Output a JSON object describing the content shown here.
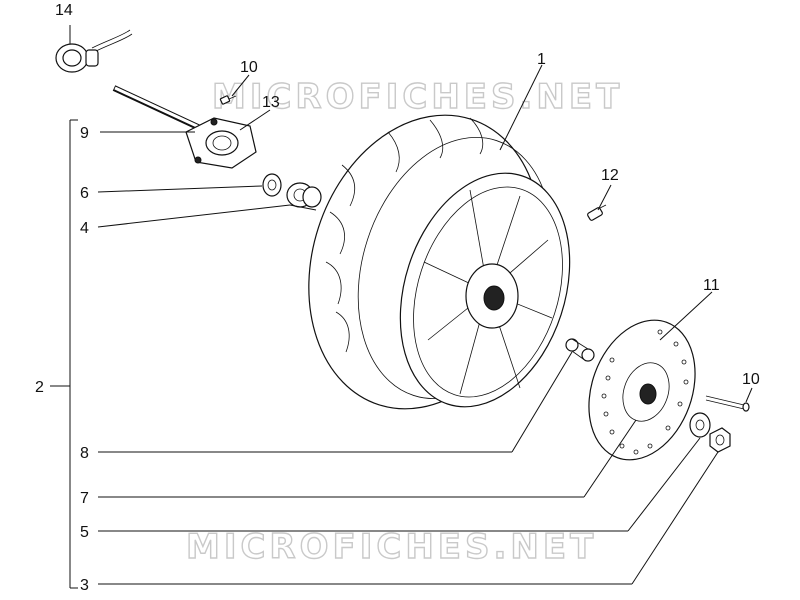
{
  "watermark": {
    "top_text": "MICROFICHES.NET",
    "bottom_text": "MICROFICHES.NET"
  },
  "callouts": {
    "c14": "14",
    "c10_top": "10",
    "c13": "13",
    "c1": "1",
    "c9": "9",
    "c6": "6",
    "c4": "4",
    "c12": "12",
    "c11": "11",
    "c2": "2",
    "c10_right": "10",
    "c8": "8",
    "c7": "7",
    "c5": "5",
    "c3": "3"
  }
}
